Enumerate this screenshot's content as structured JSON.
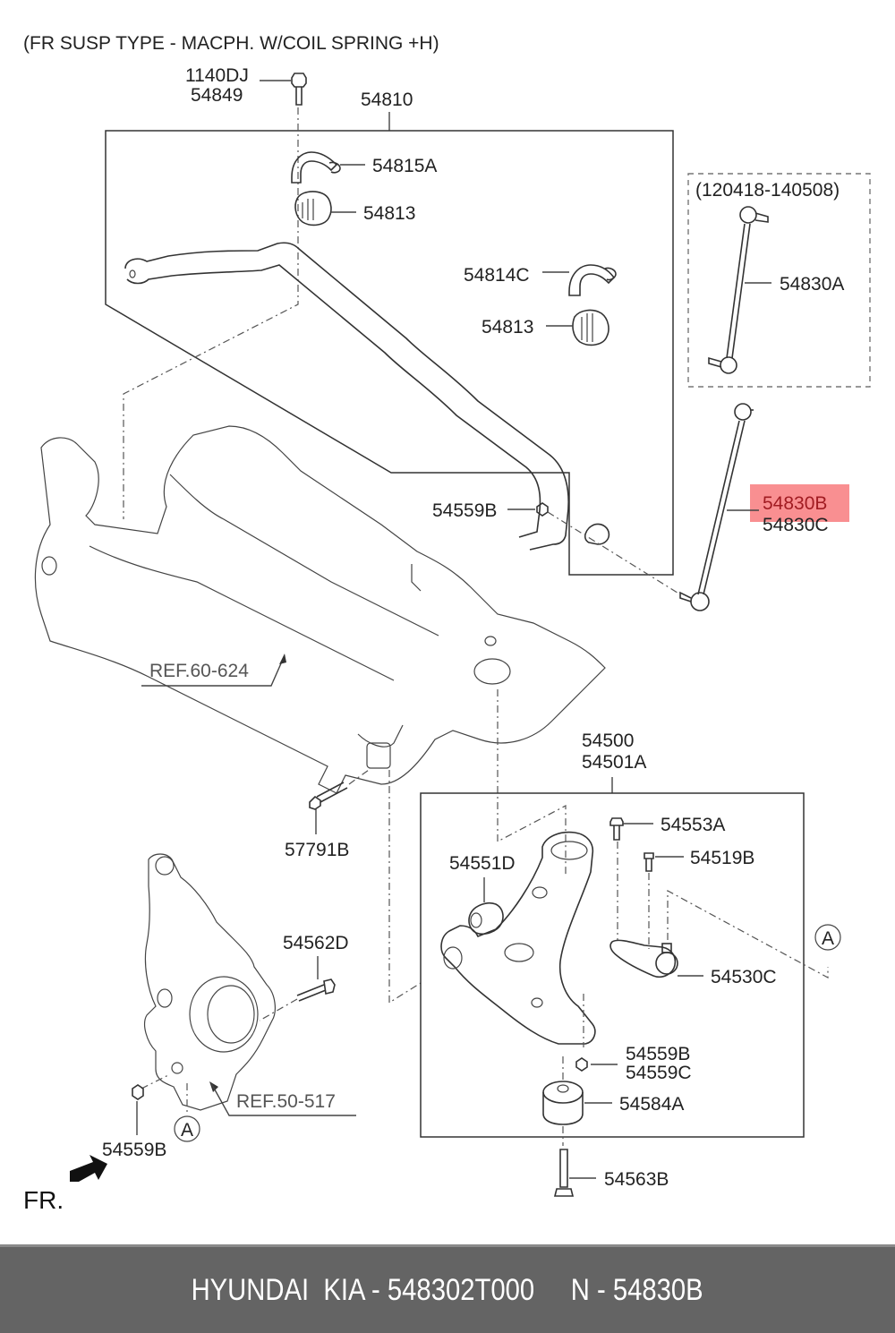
{
  "diagram": {
    "title": "(FR SUSP TYPE - MACPH. W/COIL SPRING +H)",
    "labels": {
      "bolt_top_1": "1140DJ",
      "bolt_top_2": "54849",
      "stabilizer_bar": "54810",
      "bracket_a": "54815A",
      "bushing_1": "54813",
      "bracket_c": "54814C",
      "bushing_2": "54813",
      "date_range": "(120418-140508)",
      "link_a": "54830A",
      "nut_stab": "54559B",
      "link_b": "54830B",
      "link_c": "54830C",
      "ref_subframe": "REF.60-624",
      "subframe_bolt": "57791B",
      "arm_assy_1": "54500",
      "arm_assy_2": "54501A",
      "arm_bolt_a": "54553A",
      "arm_bolt_b": "54519B",
      "arm_bushing_d": "54551D",
      "ball_joint": "54530C",
      "knuckle_bolt": "54562D",
      "nut_arm_1": "54559B",
      "nut_arm_2": "54559C",
      "rear_bushing": "54584A",
      "rear_bolt": "54563B",
      "ref_knuckle": "REF.50-517",
      "nut_knuckle": "54559B",
      "marker_a": "A",
      "front_label": "FR."
    },
    "highlighted_part": "54830B",
    "highlight_color": "#f87b7e"
  },
  "footer": {
    "text": "HYUNDAI  KIA - 548302T000     N - 54830B"
  }
}
